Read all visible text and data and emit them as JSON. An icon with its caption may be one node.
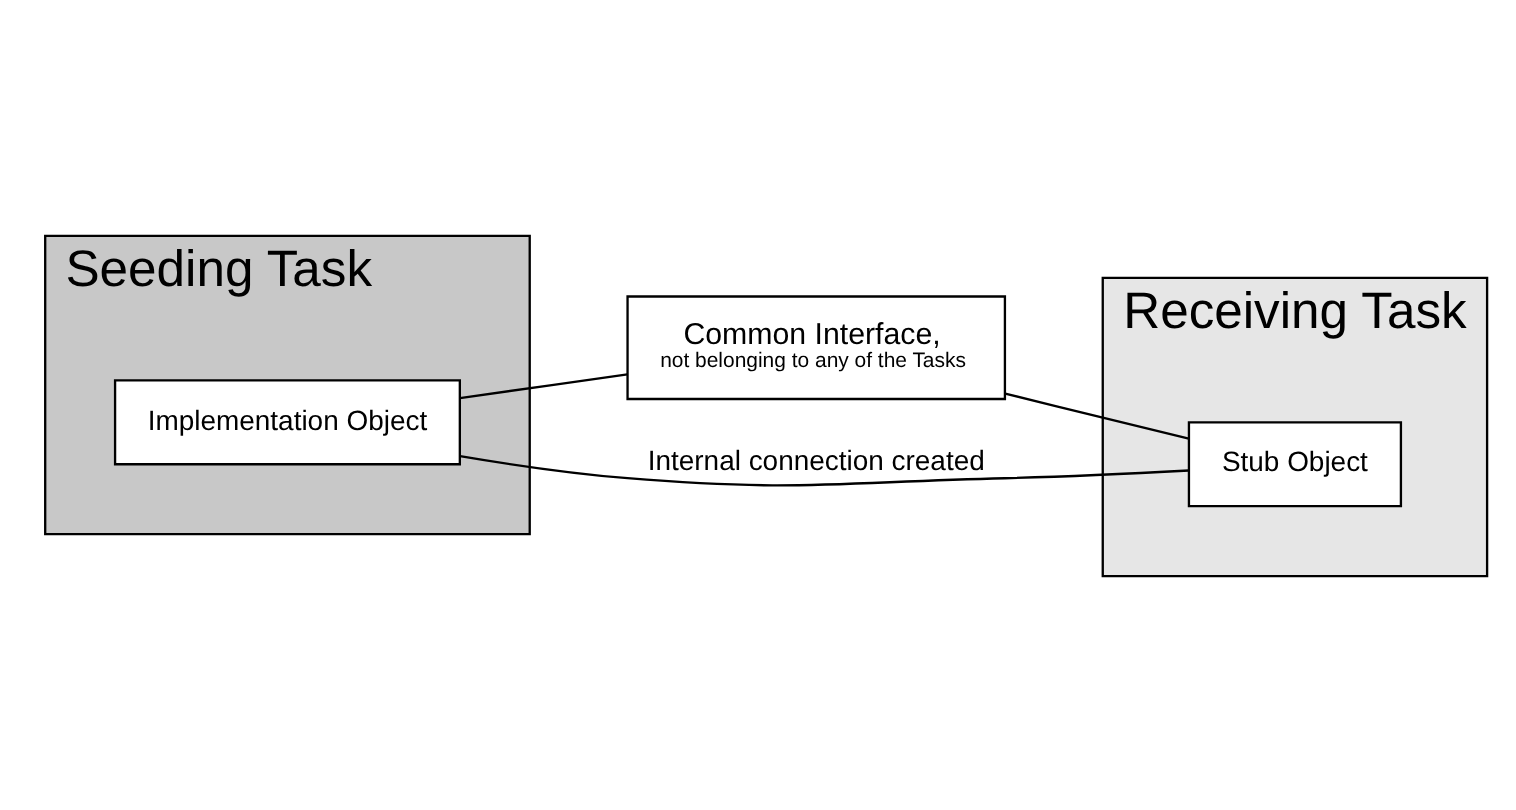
{
  "diagram": {
    "nodes": [
      {
        "text": [
          "Seeding Task"
        ]
      },
      {
        "text": [
          "Common Interface,",
          "not belonging to any of the Tasks"
        ]
      },
      {
        "text": [
          "Receiving Task"
        ]
      },
      {
        "text": [
          "Implementation Object"
        ],
        "in": 0
      },
      {
        "text": [
          "Stub Object"
        ],
        "in": 2
      }
    ],
    "edges": [
      {
        "from": 3,
        "to": 1,
        "arrow": "none"
      },
      {
        "from": 1,
        "to": 4,
        "arrow": "none"
      },
      {
        "from": 3,
        "to": 4,
        "arrow": "none",
        "label": "Internal connection created"
      }
    ]
  }
}
